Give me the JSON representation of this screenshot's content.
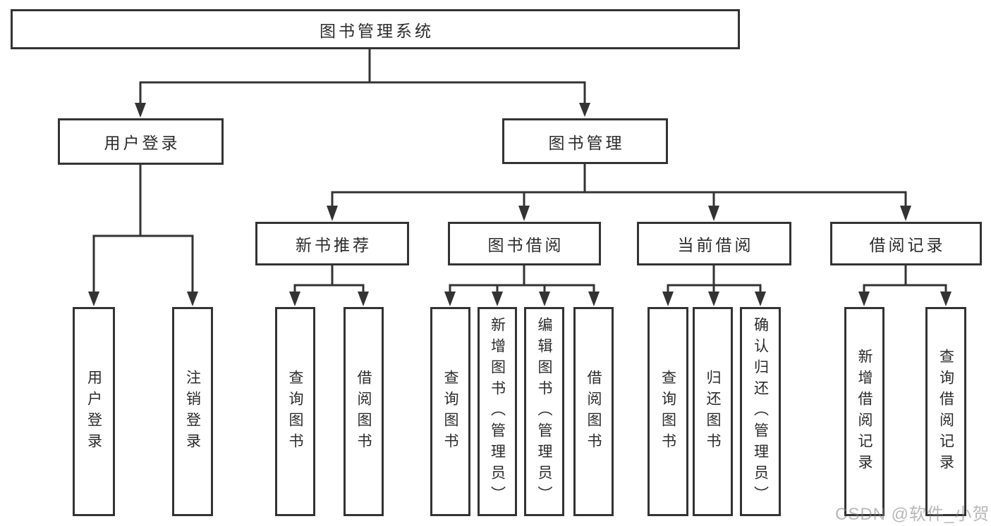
{
  "page": {
    "watermark": "CSDN @软件_小贺同学",
    "colors": {
      "line": "#333333",
      "box_border": "#333333",
      "box_fill": "#ffffff",
      "text": "#2b2b2b",
      "watermark_gray": "#7d7d7d",
      "background": "#ffffff"
    }
  },
  "tree": {
    "label": "图书管理系统",
    "children": [
      {
        "label": "用户登录",
        "children": [
          {
            "label": "用户登录"
          },
          {
            "label": "注销登录"
          }
        ]
      },
      {
        "label": "图书管理",
        "children": [
          {
            "label": "新书推荐",
            "children": [
              {
                "label": "查询图书"
              },
              {
                "label": "借阅图书"
              }
            ]
          },
          {
            "label": "图书借阅",
            "children": [
              {
                "label": "查询图书"
              },
              {
                "label": "新增图书（管理员）"
              },
              {
                "label": "编辑图书（管理员）"
              },
              {
                "label": "借阅图书"
              }
            ]
          },
          {
            "label": "当前借阅",
            "children": [
              {
                "label": "查询图书"
              },
              {
                "label": "归还图书"
              },
              {
                "label": "确认归还（管理员）"
              }
            ]
          },
          {
            "label": "借阅记录",
            "children": [
              {
                "label": "新增借阅记录"
              },
              {
                "label": "查询借阅记录"
              }
            ]
          }
        ]
      }
    ]
  }
}
